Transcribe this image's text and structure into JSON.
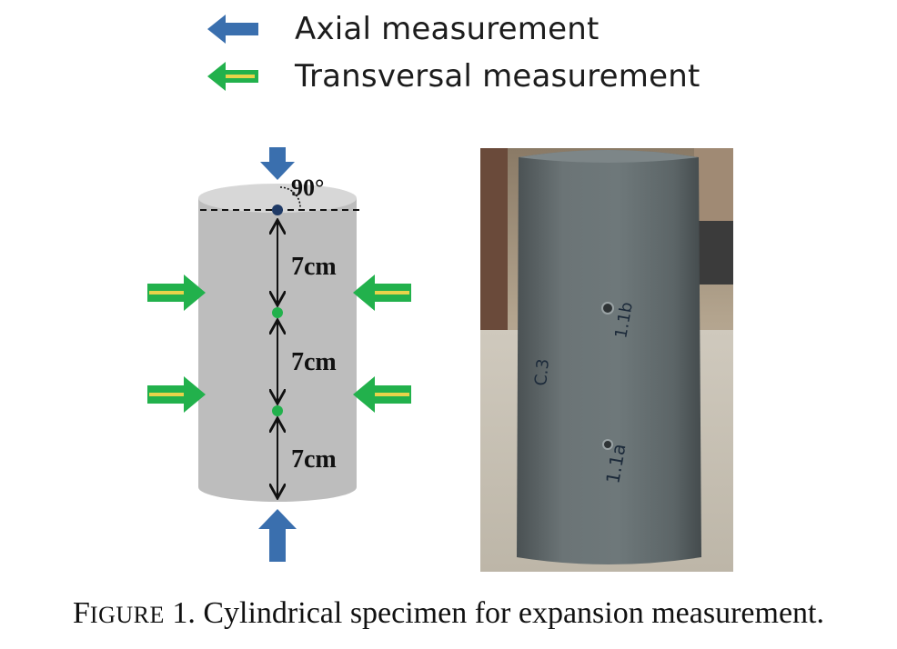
{
  "legend": {
    "axial": {
      "label": "Axial measurement",
      "color": "#3a6fae"
    },
    "transversal": {
      "label": "Transversal measurement",
      "color": "#22b14c"
    }
  },
  "diagram": {
    "angle_label": "90°",
    "segments": [
      {
        "label": "7cm"
      },
      {
        "label": "7cm"
      },
      {
        "label": "7cm"
      }
    ],
    "cylinder_color": "#bfbfbf",
    "point_colors": {
      "top": "#1f3a66",
      "mid": "#22b14c"
    }
  },
  "photo": {
    "markings": [
      "C.3",
      "1.1b",
      "1.1a"
    ]
  },
  "caption": {
    "figure_first": "F",
    "figure_rest": "IGURE",
    "text": " 1. Cylindrical specimen for expansion measurement."
  }
}
